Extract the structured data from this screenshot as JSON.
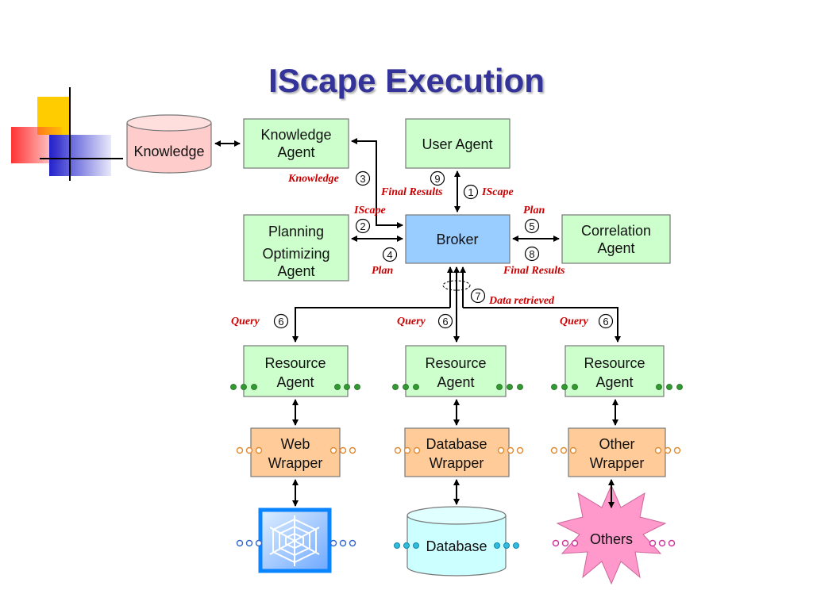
{
  "title": "IScape Execution",
  "nodes": {
    "knowledge_db": "Knowledge",
    "knowledge_agent": [
      "Knowledge",
      "Agent"
    ],
    "user_agent": "User Agent",
    "planning_agent": [
      "Planning",
      "Optimizing",
      "Agent"
    ],
    "broker": "Broker",
    "correlation_agent": [
      "Correlation",
      "Agent"
    ],
    "resource_agent": [
      "Resource",
      "Agent"
    ],
    "web_wrapper": [
      "Web",
      "Wrapper"
    ],
    "database_wrapper": [
      "Database",
      "Wrapper"
    ],
    "other_wrapper": [
      "Other",
      "Wrapper"
    ],
    "database": "Database",
    "others": "Others"
  },
  "labels": {
    "knowledge": "Knowledge",
    "final_results_1": "Final Results",
    "iscape_1": "IScape",
    "iscape_2": "IScape",
    "plan_1": "Plan",
    "plan_2": "Plan",
    "final_results_2": "Final Results",
    "data_retrieved": "Data retrieved",
    "query": "Query"
  },
  "steps": {
    "s1": "1",
    "s2": "2",
    "s3": "3",
    "s4": "4",
    "s5": "5",
    "s6": "6",
    "s7": "7",
    "s8": "8",
    "s9": "9"
  },
  "colors": {
    "title": "#33339a",
    "agent_fill": "#ccffcc",
    "broker_fill": "#99ccff",
    "wrapper_fill": "#ffcc99",
    "knowledge_fill": "#ffcccc",
    "database_fill": "#ccffff",
    "others_fill": "#ff99cc",
    "label_red": "#cc0000"
  }
}
